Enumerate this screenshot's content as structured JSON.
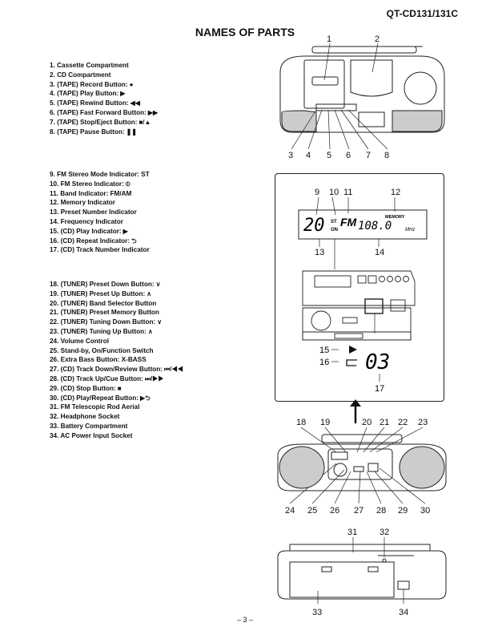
{
  "header": {
    "model": "QT-CD131/131C",
    "title": "NAMES OF PARTS"
  },
  "group1": [
    {
      "text": "1. Cassette Compartment",
      "sym": ""
    },
    {
      "text": "2. CD Compartment",
      "sym": ""
    },
    {
      "text": "3. (TAPE) Record Button:",
      "sym": "●"
    },
    {
      "text": "4. (TAPE) Play Button:",
      "sym": "▶"
    },
    {
      "text": "5. (TAPE) Rewind Button:",
      "sym": "◀◀"
    },
    {
      "text": "6. (TAPE) Fast Forward Button:",
      "sym": "▶▶"
    },
    {
      "text": "7. (TAPE) Stop/Eject Button:",
      "sym": "■/▲"
    },
    {
      "text": "8. (TAPE) Pause Button:",
      "sym": "❚❚"
    }
  ],
  "group2": [
    {
      "text": "9. FM Stereo Mode Indicator: ST",
      "sym": ""
    },
    {
      "text": "10. FM Stereo Indicator:",
      "sym": "⦶"
    },
    {
      "text": "11. Band Indicator: FM/AM",
      "sym": ""
    },
    {
      "text": "12. Memory Indicator",
      "sym": ""
    },
    {
      "text": "13. Preset Number Indicator",
      "sym": ""
    },
    {
      "text": "14. Frequency Indicator",
      "sym": ""
    },
    {
      "text": "15. (CD) Play Indicator:",
      "sym": "▶"
    },
    {
      "text": "16. (CD) Repeat Indicator:",
      "sym": "⮌"
    },
    {
      "text": "17. (CD) Track Number Indicator",
      "sym": ""
    }
  ],
  "group3": [
    {
      "text": "18. (TUNER) Preset Down Button:",
      "sym": "∨"
    },
    {
      "text": "19. (TUNER) Preset Up Button:",
      "sym": "∧"
    },
    {
      "text": "20. (TUNER) Band Selector Button",
      "sym": ""
    },
    {
      "text": "21. (TUNER) Preset Memory Button",
      "sym": ""
    },
    {
      "text": "22. (TUNER) Tuning Down Button:",
      "sym": "∨"
    },
    {
      "text": "23. (TUNER) Tuning Up Button:",
      "sym": "∧"
    },
    {
      "text": "24. Volume Control",
      "sym": ""
    },
    {
      "text": "25. Stand-by, On/Function Switch",
      "sym": ""
    },
    {
      "text": "26. Extra Bass Button: X-BASS",
      "sym": ""
    },
    {
      "text": "27. (CD) Track Down/Review Button:",
      "sym": "⏮/◀◀"
    },
    {
      "text": "28. (CD) Track Up/Cue Button:",
      "sym": "⏭/▶▶"
    },
    {
      "text": "29. (CD) Stop Button:",
      "sym": "■"
    },
    {
      "text": "30. (CD) Play/Repeat Button:",
      "sym": "▶⮌"
    },
    {
      "text": "31. FM Telescopic Rod Aerial",
      "sym": ""
    },
    {
      "text": "32. Headphone Socket",
      "sym": ""
    },
    {
      "text": "33. Battery Compartment",
      "sym": ""
    },
    {
      "text": "34. AC Power Input Socket",
      "sym": ""
    }
  ],
  "fig_top": {
    "callouts_top": [
      "1",
      "2"
    ],
    "callouts_bottom": [
      "3",
      "4",
      "5",
      "6",
      "7",
      "8"
    ]
  },
  "fig_display": {
    "callouts": [
      "9",
      "10",
      "11",
      "12",
      "13",
      "14"
    ],
    "preset": "20",
    "st": "ST",
    "on": "ON",
    "band": "FM",
    "memory": "MEMORY",
    "freq": "108.0",
    "unit": "MHz"
  },
  "fig_cd": {
    "callouts": [
      "15",
      "16",
      "17"
    ],
    "track": "03"
  },
  "fig_front": {
    "callouts_top": [
      "18",
      "19",
      "20",
      "21",
      "22",
      "23"
    ],
    "callouts_bottom": [
      "24",
      "25",
      "26",
      "27",
      "28",
      "29",
      "30"
    ]
  },
  "fig_back": {
    "callouts": [
      "31",
      "32",
      "33",
      "34"
    ]
  },
  "footer": {
    "page": "– 3 –"
  }
}
